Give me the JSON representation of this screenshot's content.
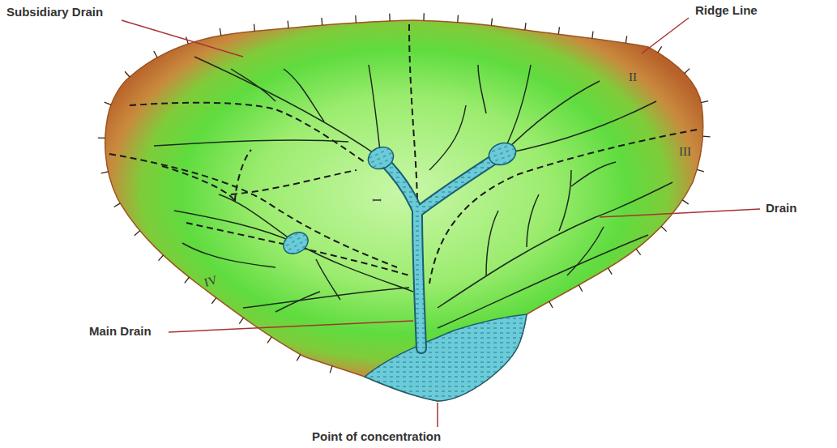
{
  "diagram": {
    "labels": [
      "Subsidiary Drain",
      "Ridge Line",
      "Drain",
      "Main Drain",
      "Point of concentration",
      "I",
      "II",
      "III",
      "IV"
    ]
  }
}
